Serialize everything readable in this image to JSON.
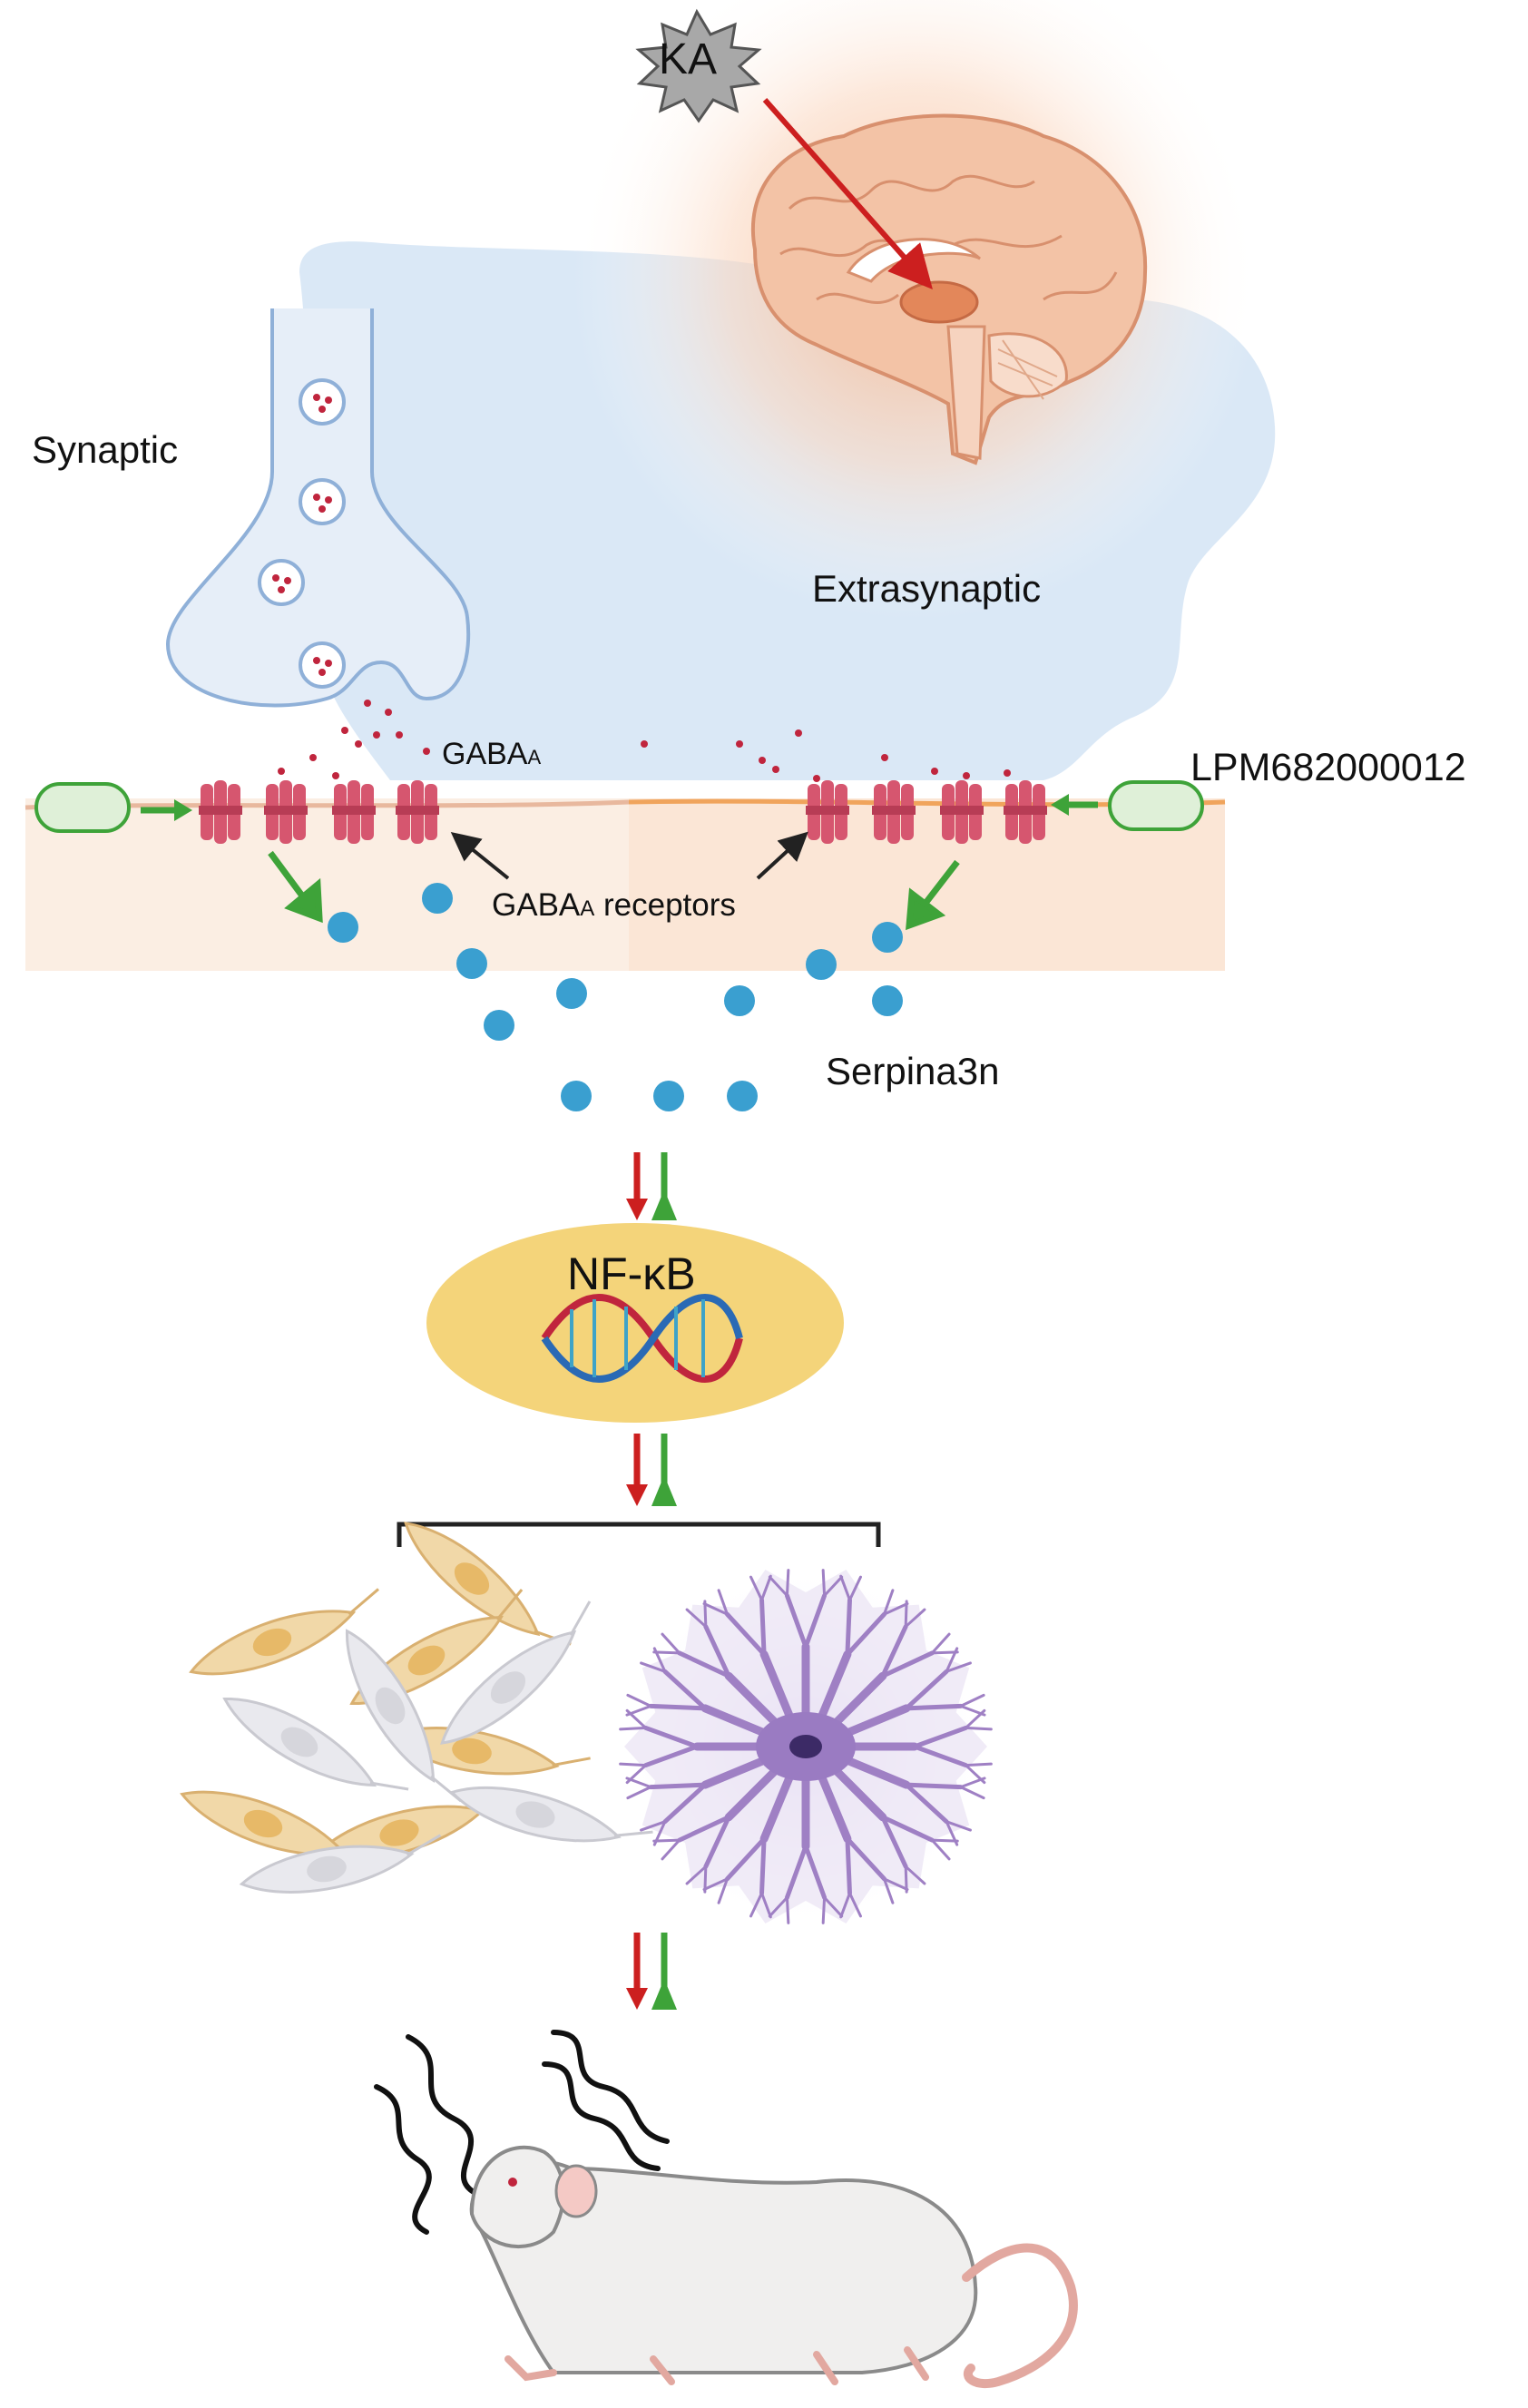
{
  "labels": {
    "ka": "KA",
    "synaptic": "Synaptic",
    "extrasynaptic": "Extrasynaptic",
    "compound": "LPM682000012",
    "gaba": "GABA",
    "gaba_sub": "A",
    "receptors_prefix": "GABA",
    "receptors_sub": "A",
    "receptors_suffix": " receptors",
    "serpina": "Serpina3n",
    "nfkb": "NF-κB"
  },
  "colors": {
    "inhibit_arrow": "#cc1f1f",
    "activate_arrow": "#3ea339",
    "receptor": "#d6566f",
    "serpina_dot": "#3a9fd0",
    "nfkb_fill": "#f4d47a",
    "neuron_fill": "#e6eef8",
    "astrocyte": "#9f80c4",
    "microglia": "#f1d8a8"
  },
  "icons": [
    "brain-icon",
    "neuron-terminal-icon",
    "receptor-icon",
    "compound-capsule-icon",
    "dna-icon",
    "microglia-cells-icon",
    "astrocyte-icon",
    "mouse-icon",
    "seizure-wave-icon"
  ]
}
